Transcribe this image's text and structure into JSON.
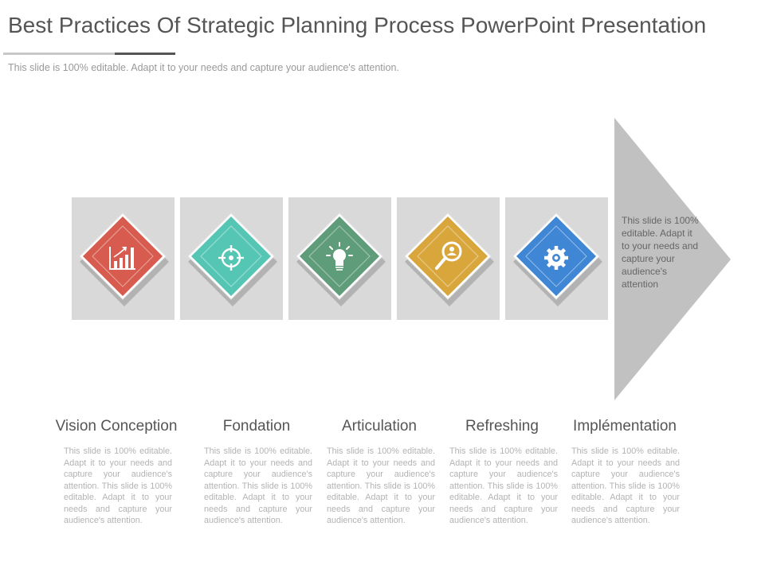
{
  "slide": {
    "title": "Best Practices Of Strategic Planning Process PowerPoint Presentation",
    "subtitle": "This slide is 100% editable. Adapt it to your needs and capture your audience's attention."
  },
  "arrow": {
    "text": "This slide is 100% editable. Adapt it to your needs and capture your audience's attention",
    "color": "#c1c1c1"
  },
  "steps": [
    {
      "label": "Vision Conception",
      "icon": "bar-chart-growth-icon",
      "color": "#d75b4f",
      "desc": "This slide is 100% editable. Adapt it to your needs and capture your audience's attention. This slide is 100% editable. Adapt it to your needs and capture your audience's attention."
    },
    {
      "label": "Fondation",
      "icon": "target-crosshair-icon",
      "color": "#55c6b4",
      "desc": "This slide is 100% editable. Adapt it to your needs and capture your audience's attention. This slide is 100% editable. Adapt it to your needs and capture your audience's attention."
    },
    {
      "label": "Articulation",
      "icon": "lightbulb-icon",
      "color": "#5f9c7a",
      "desc": "This slide is 100% editable. Adapt it to your needs and capture your audience's attention. This slide is 100% editable. Adapt it to your needs and capture your audience's attention."
    },
    {
      "label": "Refreshing",
      "icon": "magnifier-person-icon",
      "color": "#d9a63c",
      "desc": "This slide is 100% editable. Adapt it to your needs and capture your audience's attention. This slide is 100% editable. Adapt it to your needs and capture your audience's attention."
    },
    {
      "label": "Implémentation",
      "icon": "gear-icon",
      "color": "#3f86d4",
      "desc": "This slide is 100% editable. Adapt it to your needs and capture your audience's attention. This slide is 100% editable. Adapt it to your needs and capture your audience's attention."
    }
  ]
}
